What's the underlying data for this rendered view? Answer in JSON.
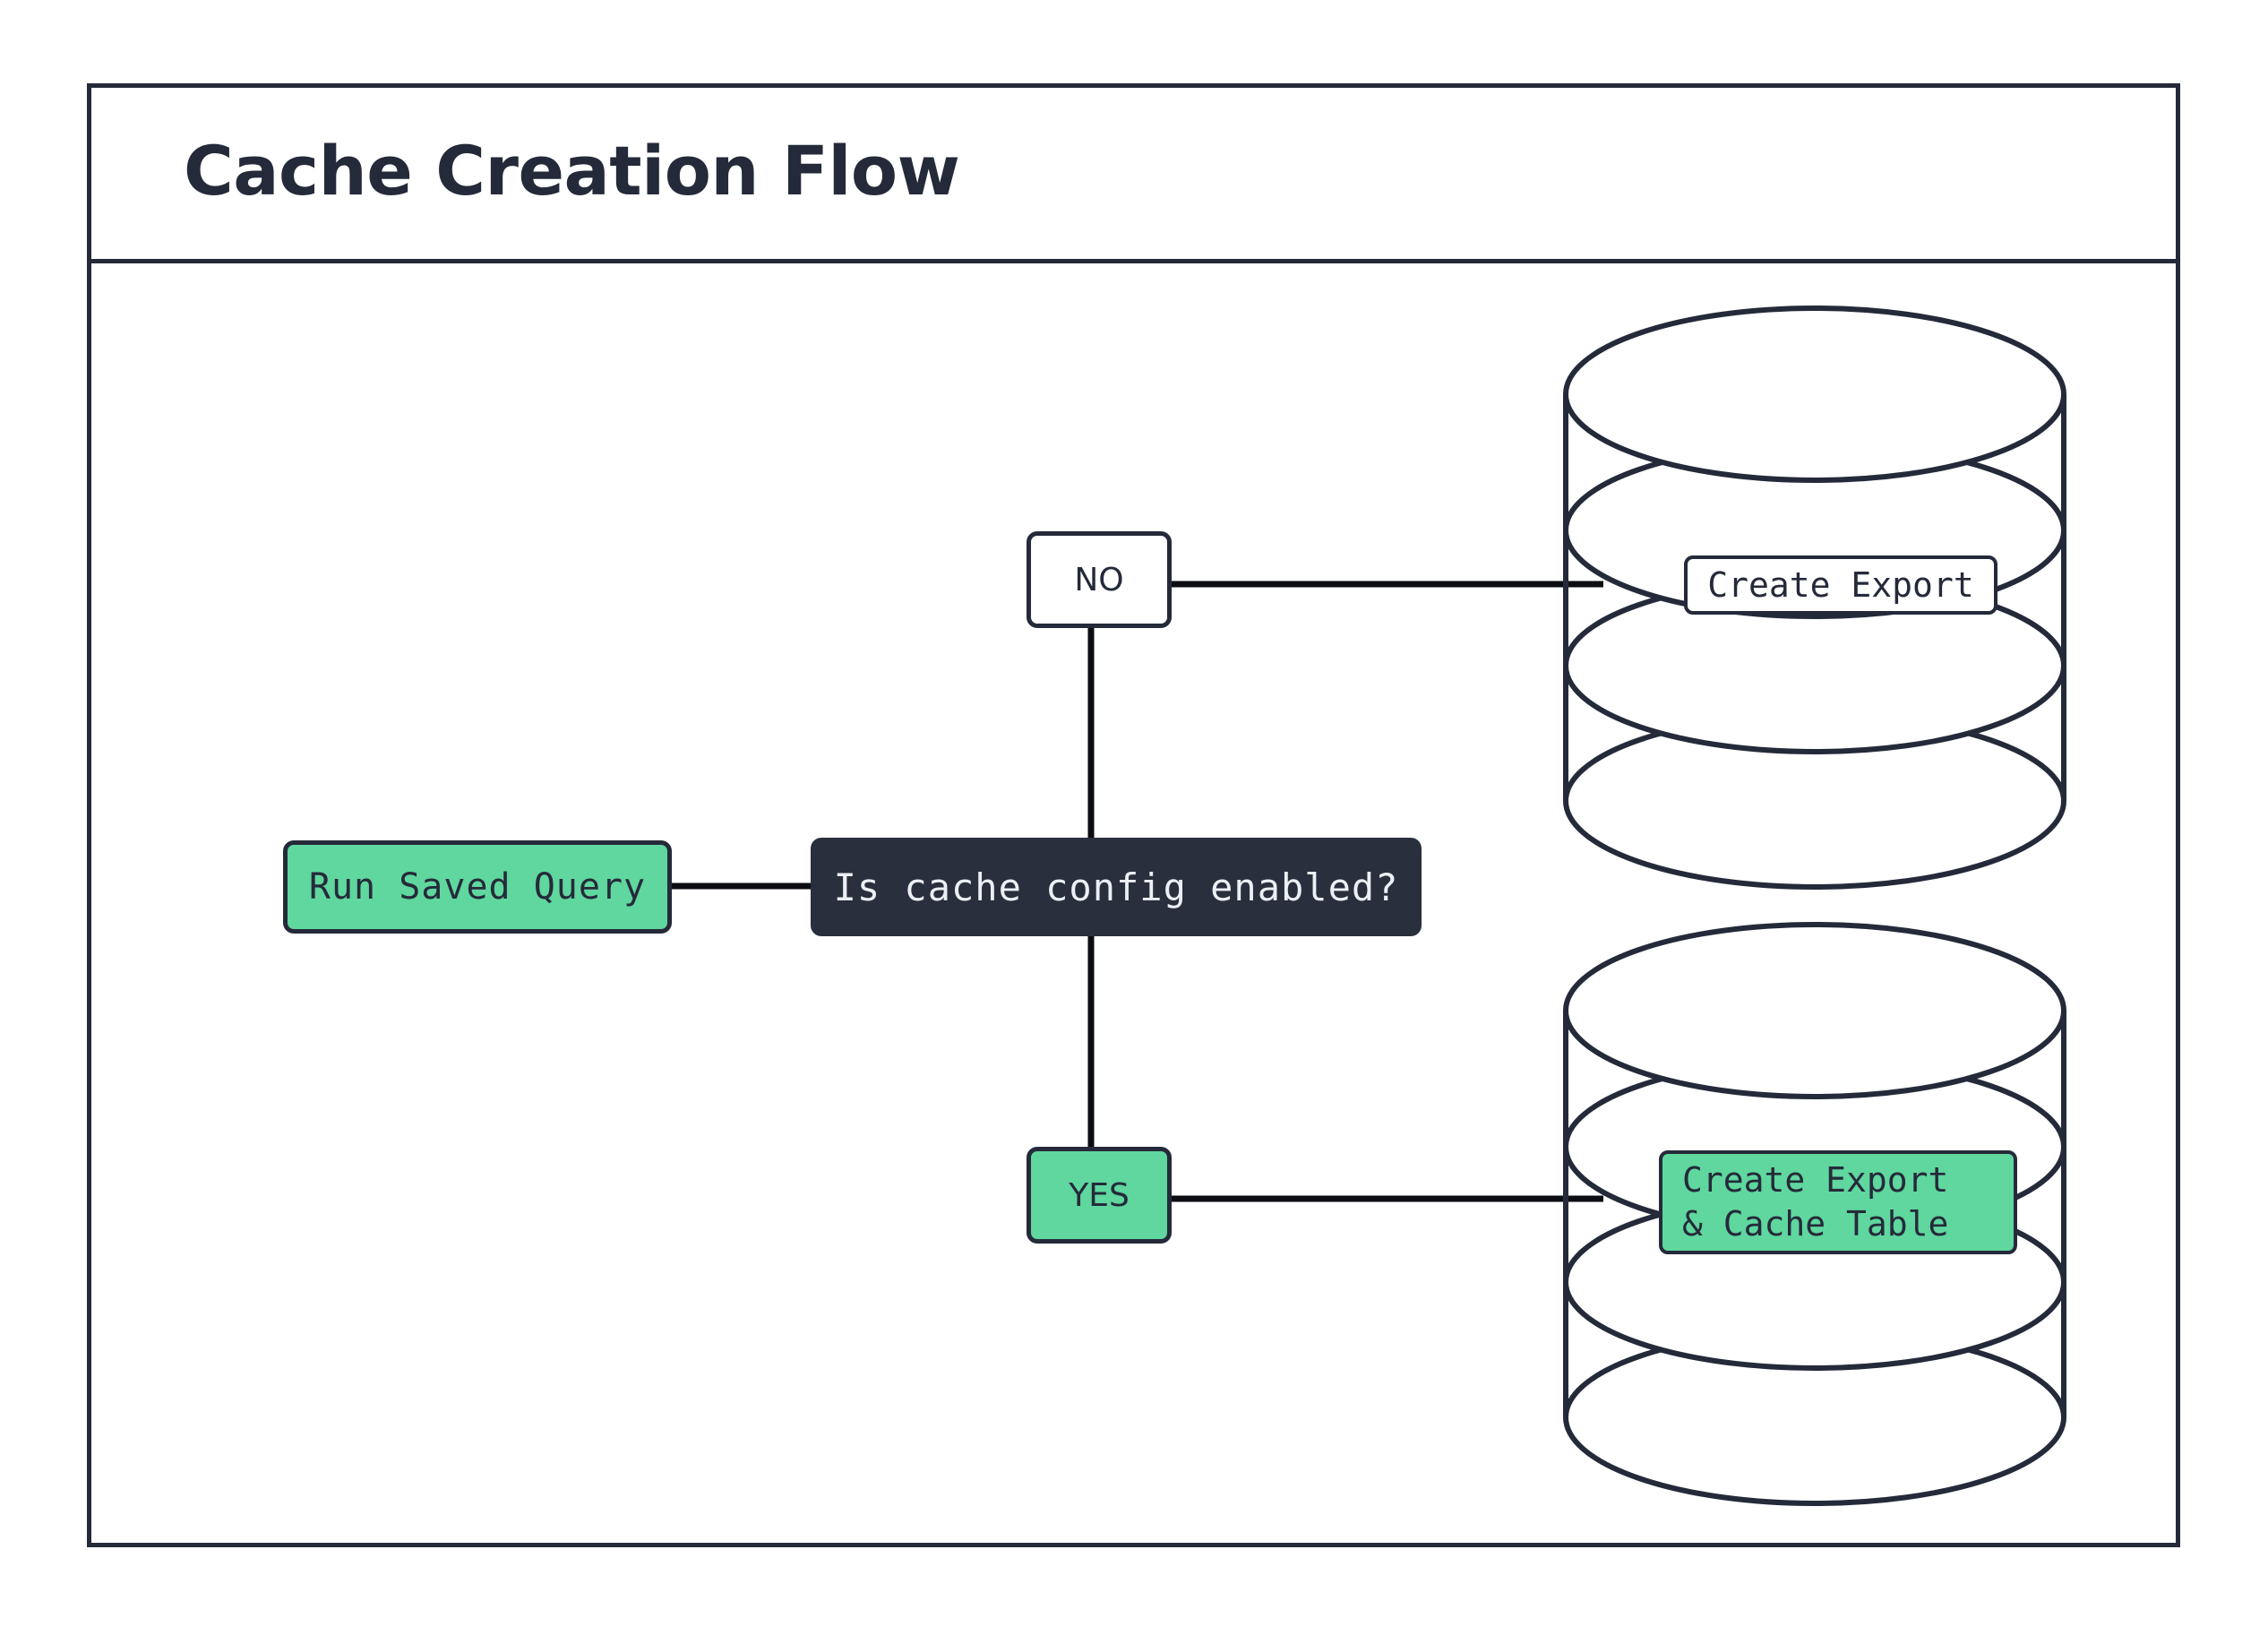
{
  "diagram": {
    "title": "Cache Creation Flow",
    "colors": {
      "ink": "#252a3a",
      "decision_fill": "#2a2f3e",
      "decision_text": "#eceff4",
      "accent_green": "#5fd79e",
      "canvas": "#ffffff"
    },
    "nodes": {
      "start": {
        "label": "Run Saved Query",
        "shape": "rounded-rect",
        "fill": "green"
      },
      "decision": {
        "label": "Is cache config enabled?",
        "shape": "rounded-rect",
        "fill": "dark"
      },
      "branch_no": {
        "label": "NO",
        "shape": "rounded-rect",
        "fill": "white"
      },
      "branch_yes": {
        "label": "YES",
        "shape": "rounded-rect",
        "fill": "green"
      },
      "store_export": {
        "shape": "cylinder",
        "fill": "white",
        "label_lines": [
          "Create Export"
        ]
      },
      "store_export_cache": {
        "shape": "cylinder",
        "fill": "white",
        "label_lines": [
          "Create Export",
          "& Cache Table"
        ]
      }
    },
    "edges": [
      {
        "from": "start",
        "to": "decision",
        "label": ""
      },
      {
        "from": "decision",
        "to": "branch_no",
        "label": ""
      },
      {
        "from": "branch_no",
        "to": "store_export",
        "label": ""
      },
      {
        "from": "decision",
        "to": "branch_yes",
        "label": ""
      },
      {
        "from": "branch_yes",
        "to": "store_export_cache",
        "label": ""
      }
    ]
  }
}
